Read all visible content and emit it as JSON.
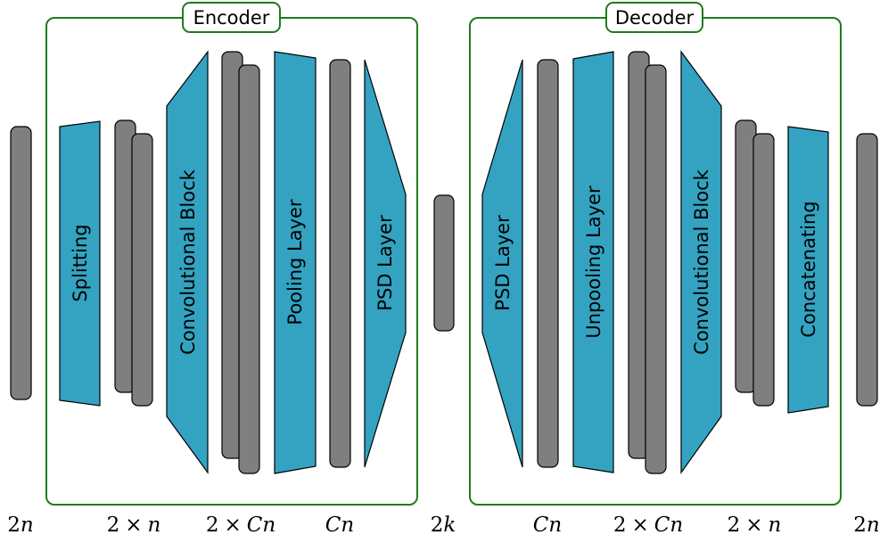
{
  "encoder": {
    "title": "Encoder",
    "layers": {
      "splitting": "Splitting",
      "conv_block": "Convolutional Block",
      "pooling": "Pooling Layer",
      "psd": "PSD Layer"
    }
  },
  "decoder": {
    "title": "Decoder",
    "layers": {
      "psd": "PSD Layer",
      "unpooling": "Unpooling Layer",
      "conv_block": "Convolutional Block",
      "concatenating": "Concatenating"
    }
  },
  "dimensions": {
    "input": [
      "2",
      "n"
    ],
    "split": [
      "2",
      "×",
      "n"
    ],
    "conv": [
      "2",
      "×",
      "Cn"
    ],
    "pool": [
      "",
      "",
      "Cn"
    ],
    "latent": [
      "2",
      "k"
    ],
    "dec_pool": [
      "",
      "",
      "Cn"
    ],
    "dec_conv": [
      "2",
      "×",
      "Cn"
    ],
    "dec_split": [
      "2",
      "×",
      "n"
    ],
    "output": [
      "2",
      "n"
    ]
  },
  "colors": {
    "layer_fill": "#33a3c1",
    "tensor_fill": "#7f7f7f",
    "frame_stroke": "#1f7a1f"
  }
}
